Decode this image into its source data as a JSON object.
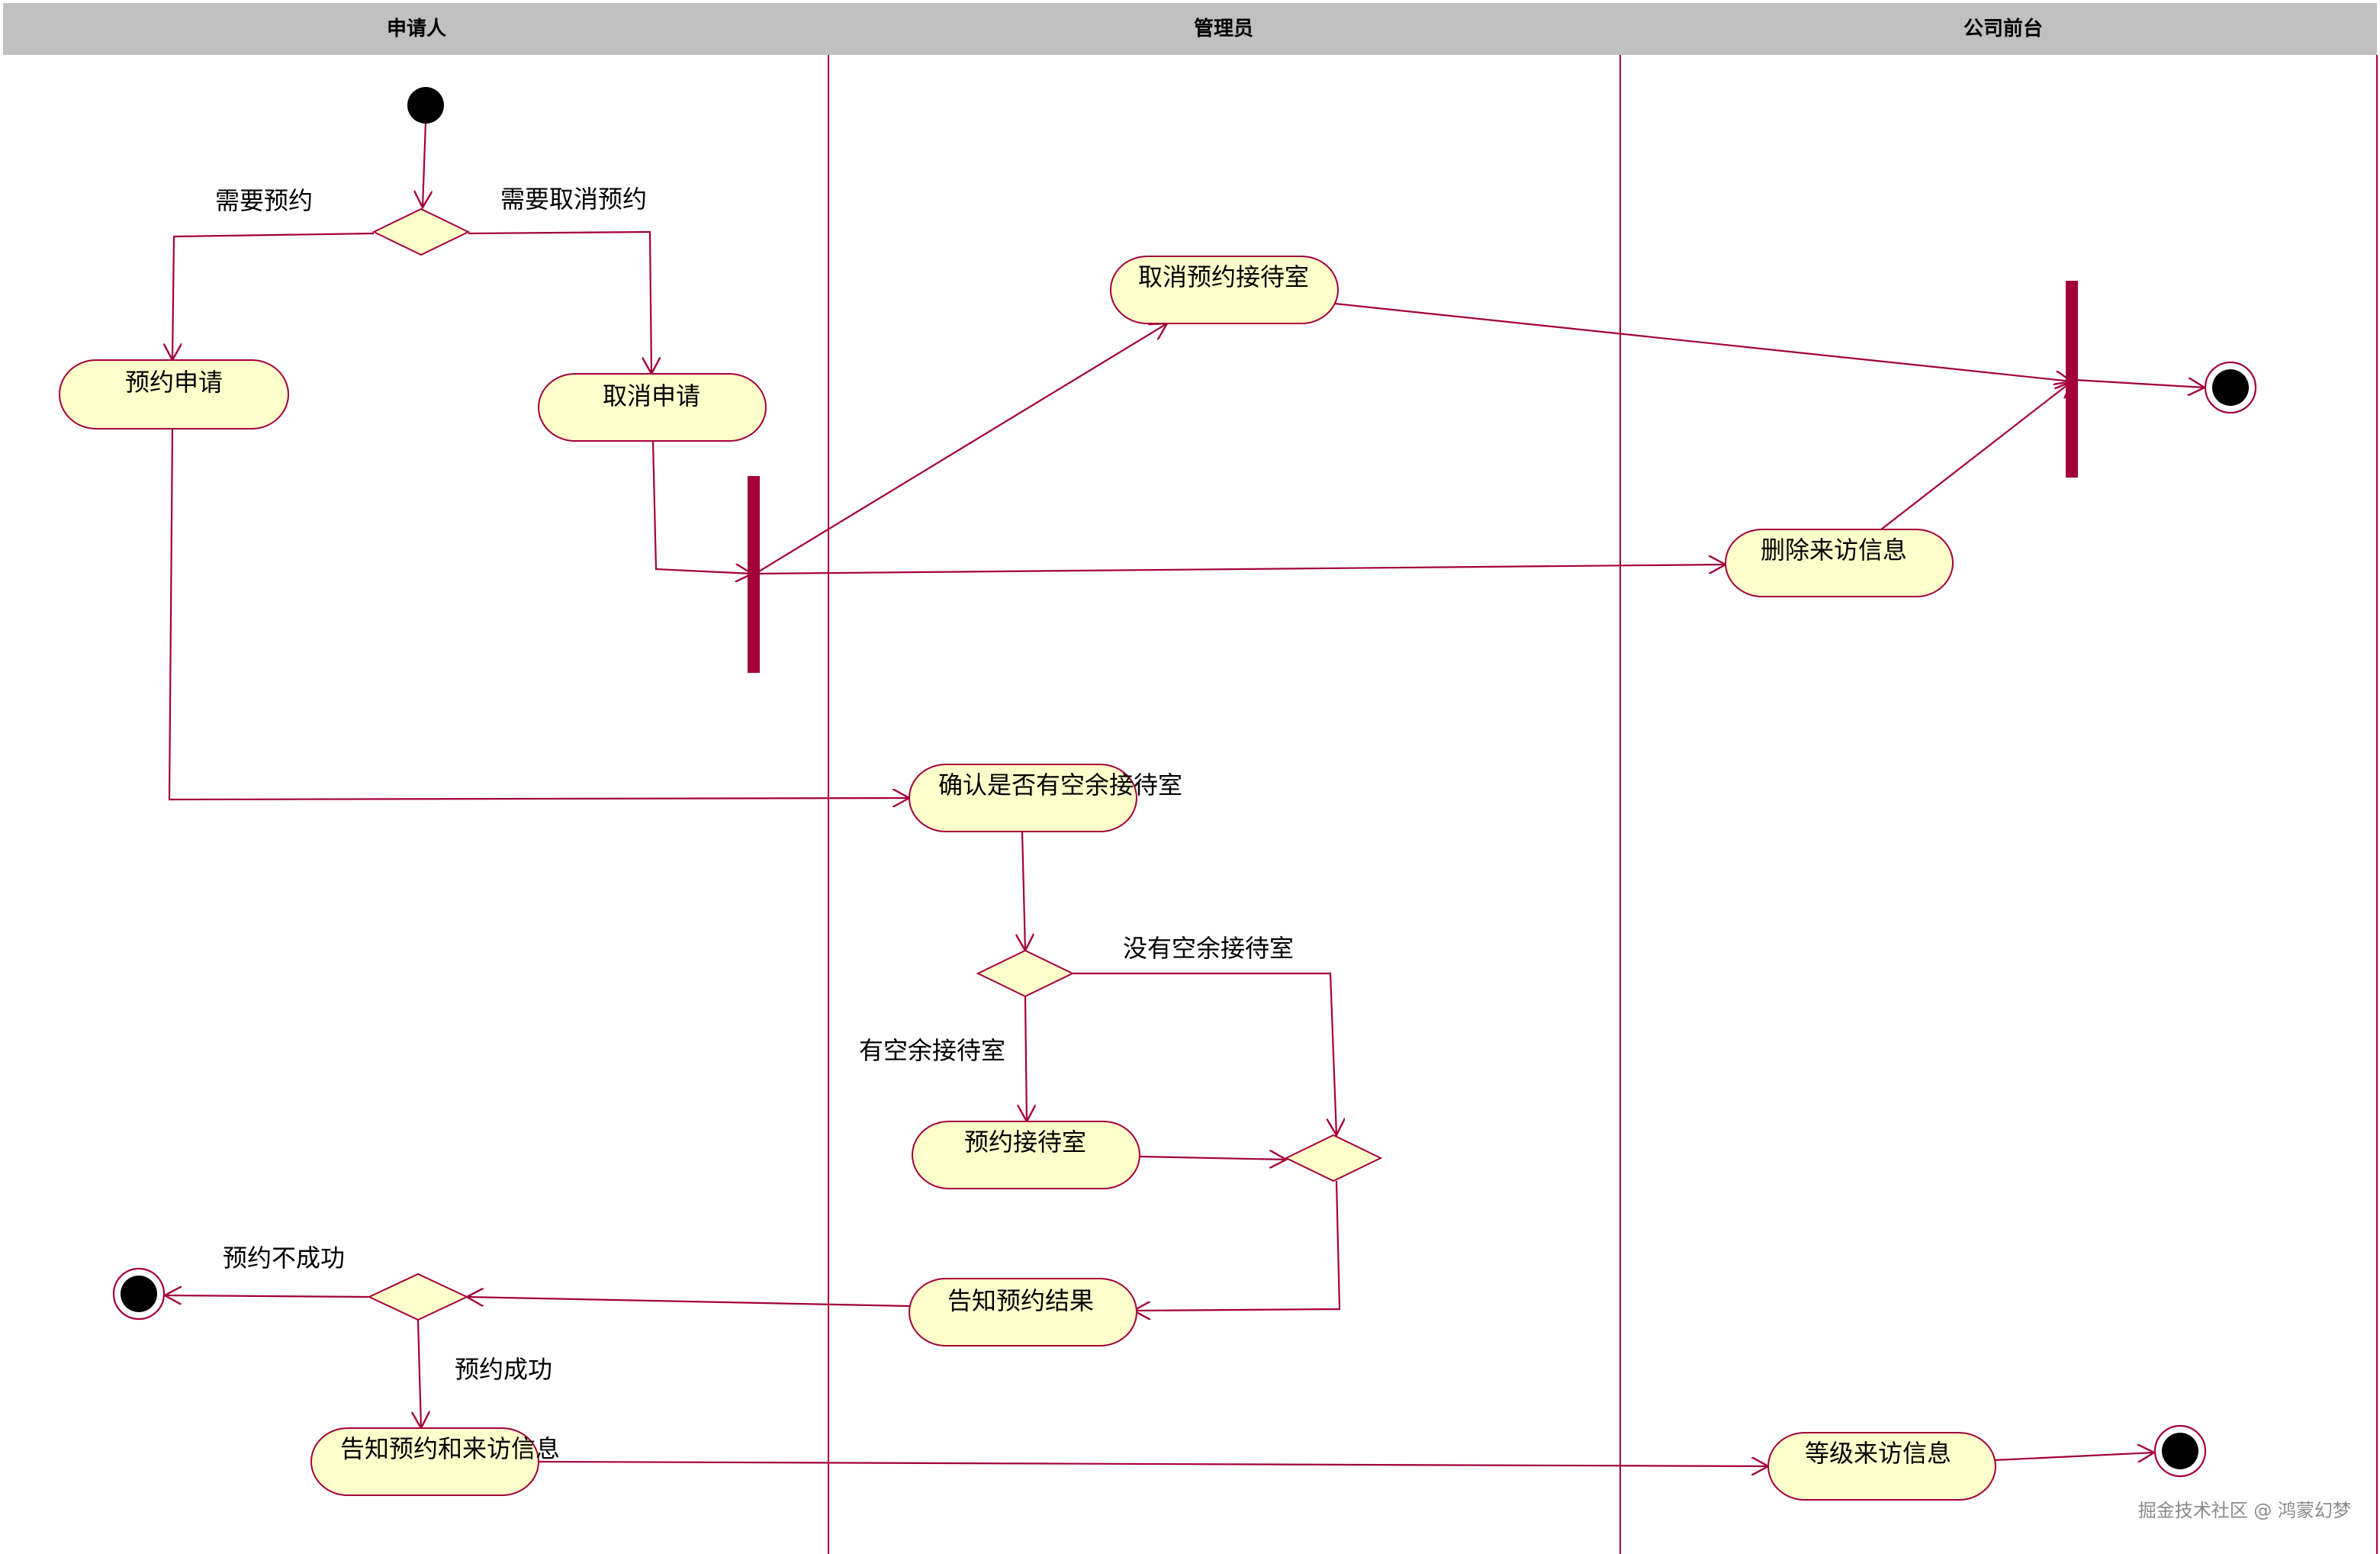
{
  "lanes": [
    {
      "name": "申请人"
    },
    {
      "name": "管理员"
    },
    {
      "name": "公司前台"
    }
  ],
  "activities": {
    "reserve_apply": "预约申请",
    "cancel_apply": "取消申请",
    "cancel_reception": "取消预约接待室",
    "delete_visit": "删除来访信息",
    "check_free": "确认是否有空余接待室",
    "reserve_room": "预约接待室",
    "notify_result": "告知预约结果",
    "notify_visit": "告知预约和来访信息",
    "register_visit": "等级来访信息"
  },
  "guards": {
    "need_reserve": "需要预约",
    "need_cancel": "需要取消预约",
    "no_free": "没有空余接待室",
    "has_free": "有空余接待室",
    "fail": "预约不成功",
    "success": "预约成功"
  },
  "watermark": "掘金技术社区 @ 鸿蒙幻梦",
  "colors": {
    "stroke": "#a30038",
    "fill": "#ffffcc",
    "header": "#c0c0c0"
  }
}
